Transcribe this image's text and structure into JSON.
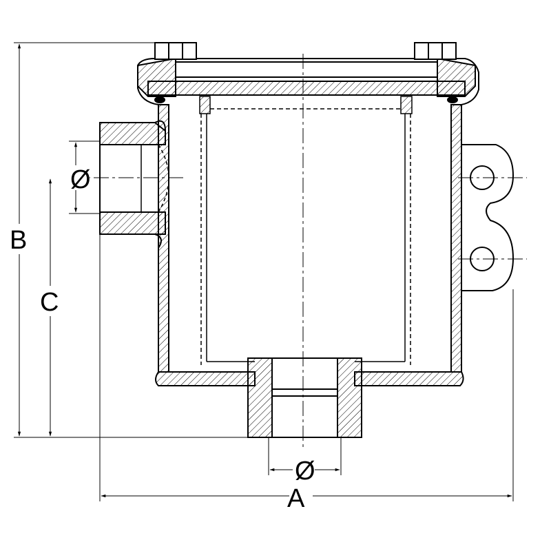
{
  "colors": {
    "line": "#000000",
    "background": "#ffffff"
  },
  "dimensions": {
    "A": "A",
    "B": "B",
    "C": "C",
    "inlet_diameter": "Ø",
    "outlet_diameter": "Ø"
  }
}
